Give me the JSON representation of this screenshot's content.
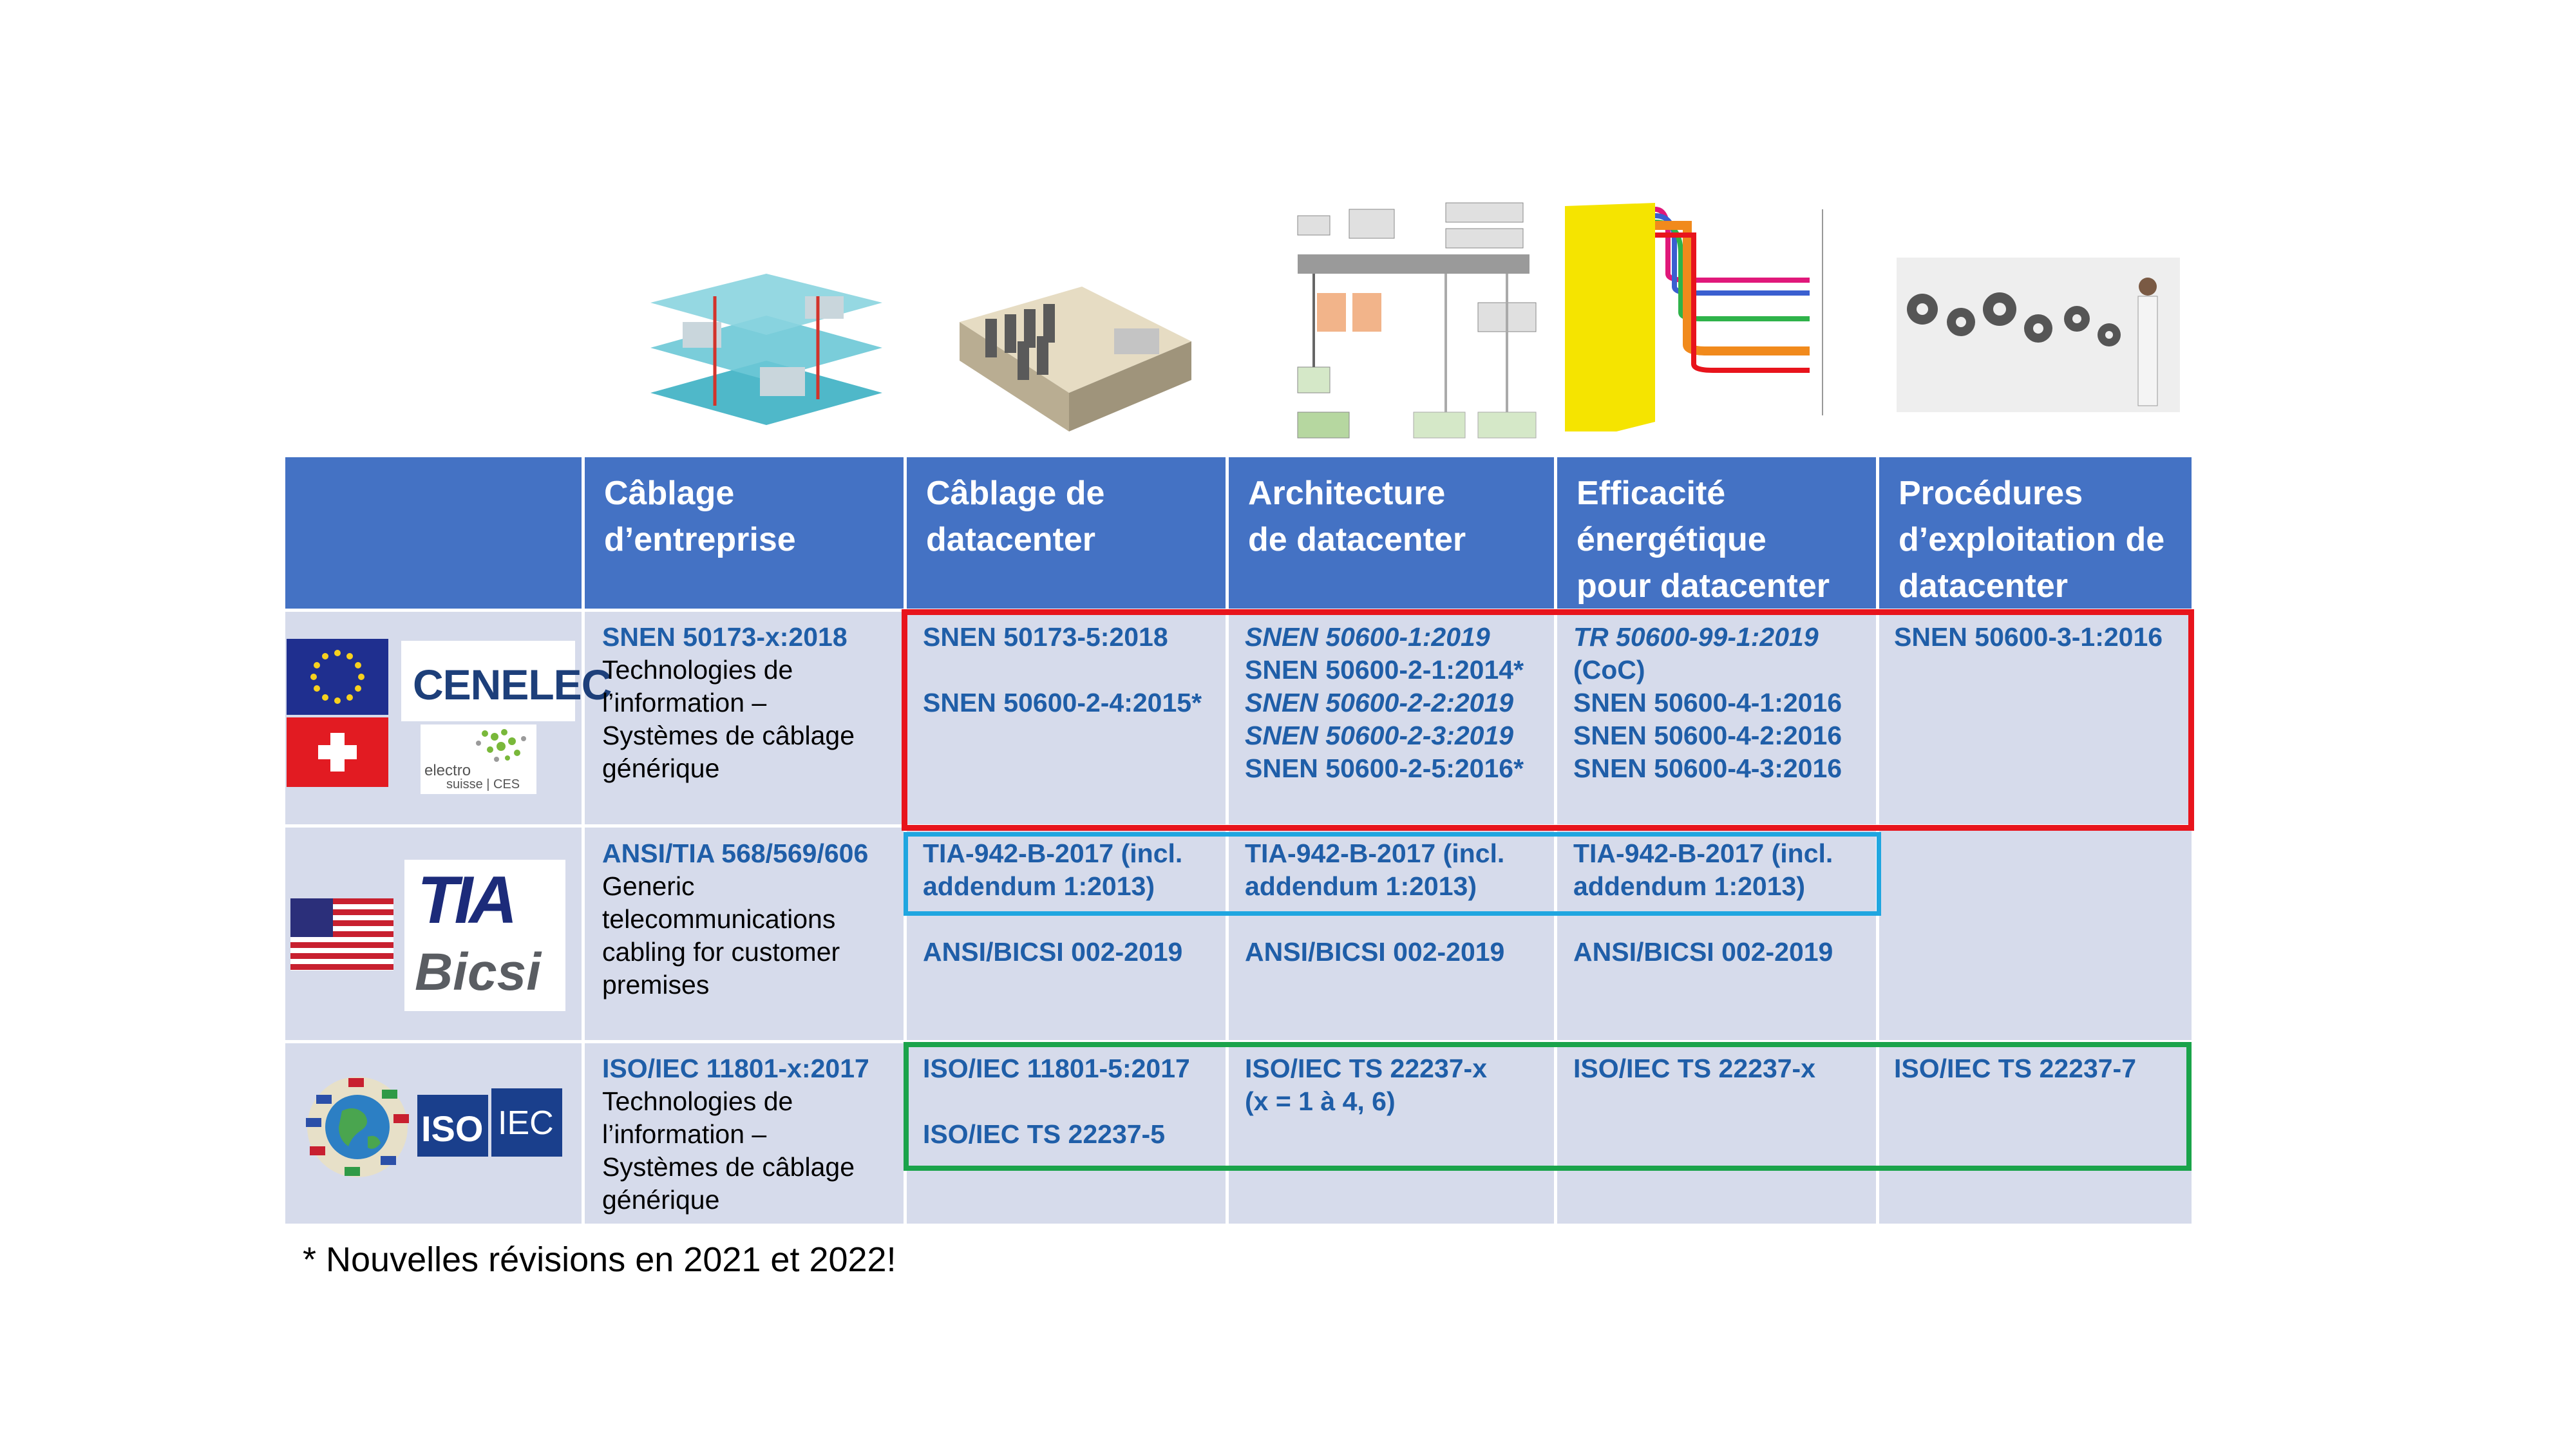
{
  "headers": [
    "",
    "Câblage d’entreprise",
    "Câblage de datacenter",
    "Architecture de datacenter",
    "Efficacité énergétique pour datacenter",
    "Procédures d’exploitation de datacenter"
  ],
  "header_lines": {
    "c1": [
      "Câblage",
      "d’entreprise"
    ],
    "c2": [
      "Câblage de",
      "datacenter"
    ],
    "c3": [
      "Architecture",
      "de datacenter"
    ],
    "c4": [
      "Efficacité",
      "énergétique",
      "pour datacenter"
    ],
    "c5": [
      "Procédures",
      "d’exploitation de",
      "datacenter"
    ]
  },
  "rows": {
    "europe": {
      "logos": {
        "cenelec": "CENELEC",
        "electro": "electro",
        "suisse": "suisse | CES"
      },
      "c1": {
        "ref": "SNEN 50173-x:2018",
        "desc": [
          "Technologies de",
          "l’information –",
          "Systèmes de câblage",
          "générique"
        ]
      },
      "c2": [
        "SNEN 50173-5:2018",
        "SNEN 50600-2-4:2015*"
      ],
      "c3": [
        "SNEN 50600-1:2019",
        "SNEN 50600-2-1:2014*",
        "SNEN 50600-2-2:2019",
        "SNEN 50600-2-3:2019",
        "SNEN 50600-2-5:2016*"
      ],
      "c4": [
        "TR 50600-99-1:2019",
        "(CoC)",
        "SNEN 50600-4-1:2016",
        "SNEN 50600-4-2:2016",
        "SNEN 50600-4-3:2016"
      ],
      "c5": [
        "SNEN 50600-3-1:2016"
      ]
    },
    "usa": {
      "logos": {
        "tia": "TIA",
        "bicsi": "Bicsi"
      },
      "c1": {
        "ref": "ANSI/TIA 568/569/606",
        "desc": [
          "Generic",
          "telecommunications",
          "cabling for customer",
          "premises"
        ]
      },
      "c2": [
        "TIA-942-B-2017 (incl.",
        "addendum 1:2013)",
        "ANSI/BICSI 002-2019"
      ],
      "c3": [
        "TIA-942-B-2017 (incl.",
        "addendum 1:2013)",
        "ANSI/BICSI 002-2019"
      ],
      "c4": [
        "TIA-942-B-2017 (incl.",
        "addendum 1:2013)",
        "ANSI/BICSI 002-2019"
      ]
    },
    "intl": {
      "logos": {
        "iso": "ISO",
        "iec": "IEC"
      },
      "c1": {
        "ref": "ISO/IEC 11801-x:2017",
        "desc": [
          "Technologies de",
          "l’information –",
          "Systèmes de câblage",
          "générique"
        ]
      },
      "c2": [
        "ISO/IEC 11801-5:2017",
        "ISO/IEC TS 22237-5"
      ],
      "c3": [
        "ISO/IEC TS 22237-x",
        "(x = 1 à 4, 6)"
      ],
      "c4": [
        "ISO/IEC TS 22237-x"
      ],
      "c5": [
        "ISO/IEC TS 22237-7"
      ]
    }
  },
  "footnote": "* Nouvelles révisions en 2021 et 2022!",
  "colors": {
    "header": "#4472c4",
    "body": "#d6dbeb",
    "ref_text": "#1f5ea8",
    "box_red": "#e8141c",
    "box_blue": "#1fa6e0",
    "box_green": "#1aa34a"
  }
}
